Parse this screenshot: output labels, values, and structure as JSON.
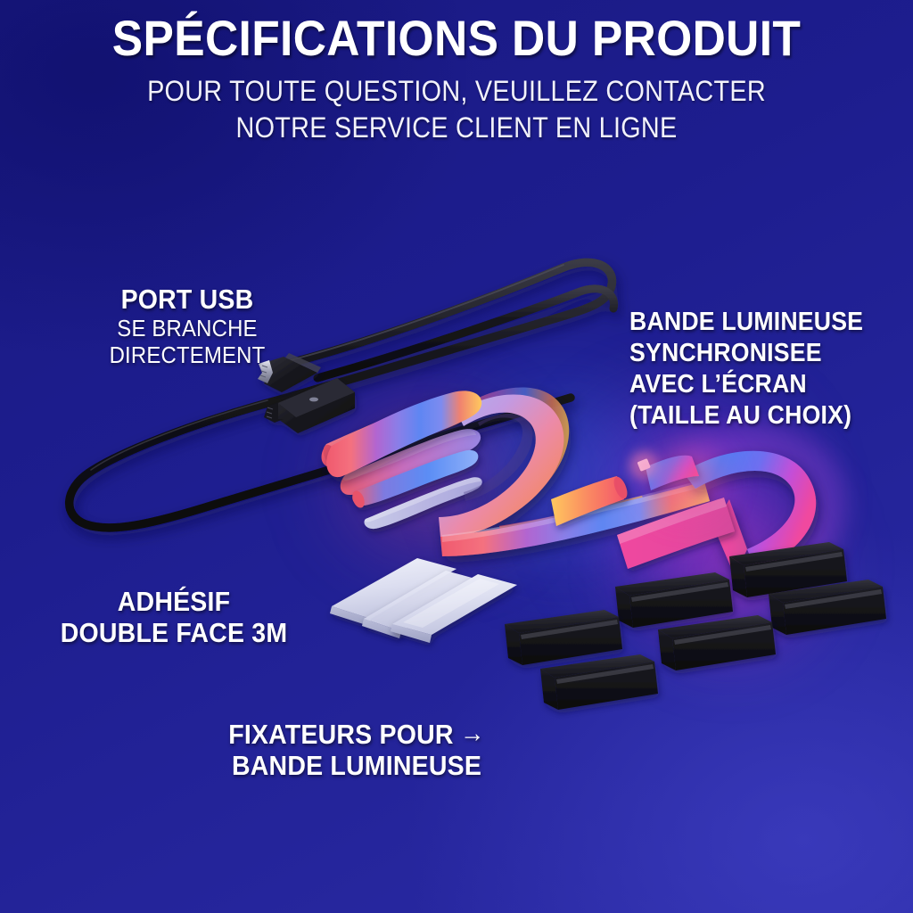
{
  "header": {
    "title": "SPÉCIFICATIONS DU PRODUIT",
    "subtitle_line1": "POUR TOUTE QUESTION, VEUILLEZ CONTACTER",
    "subtitle_line2": "NOTRE SERVICE CLIENT EN LIGNE"
  },
  "callouts": {
    "usb": {
      "title": "PORT USB",
      "line1": "SE BRANCHE",
      "line2": "DIRECTEMENT"
    },
    "light_strip": {
      "line1": "BANDE LUMINEUSE",
      "line2": "SYNCHRONISEE",
      "line3": "AVEC L’ÉCRAN",
      "line4": "(TAILLE AU CHOIX)"
    },
    "adhesive": {
      "line1": "ADHÉSIF",
      "line2": "DOUBLE FACE 3M"
    },
    "fixtures": {
      "line1": "FIXATEURS POUR",
      "arrow": "→",
      "line2": "BANDE LUMINEUSE"
    }
  },
  "colors": {
    "background_dark": "#191981",
    "background_light": "#2b2ba6",
    "text": "#ffffff",
    "cable_black": "#151519",
    "clip_black": "#1b1b20",
    "adhesive_white": "#dfe0f2",
    "strip_coral": "#f4617a",
    "strip_orange": "#ffa24d",
    "strip_yellow": "#ffcf66",
    "strip_blue": "#4f7ef5",
    "strip_magenta": "#e84bb8",
    "strip_violet": "#9a8ce8",
    "glow_purple": "#963ceb"
  },
  "parts": {
    "usb_connector": "usb-a-connector",
    "control_box": "inline-control-box",
    "cable": "usb-cable-loop",
    "led_strip": "rgb-led-light-strip",
    "adhesive_pads_count": 3,
    "mounting_clips_count": 6
  }
}
